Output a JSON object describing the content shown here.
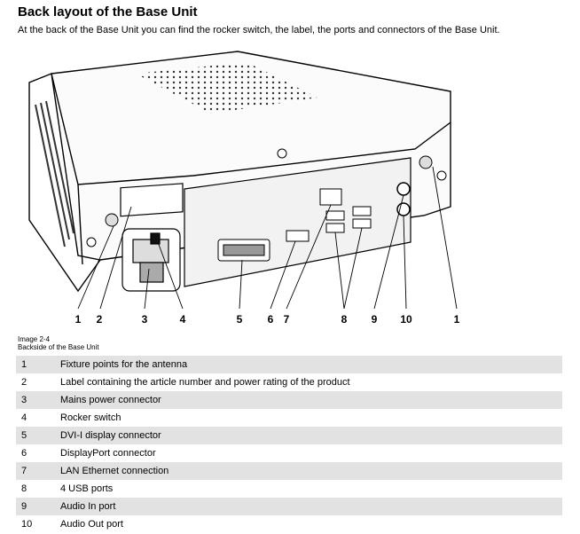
{
  "page": {
    "title": "Back layout of the Base Unit",
    "intro": "At the back of the Base Unit you can find the rocker switch, the label, the ports and connectors of the Base Unit."
  },
  "figure": {
    "image_number": "Image 2-4",
    "caption": "Backside of the Base Unit",
    "callouts": [
      "1",
      "2",
      "3",
      "4",
      "5",
      "6",
      "7",
      "8",
      "9",
      "10",
      "1"
    ]
  },
  "legend": [
    {
      "num": "1",
      "text": "Fixture points for the antenna"
    },
    {
      "num": "2",
      "text": "Label containing the article number and power rating of the product"
    },
    {
      "num": "3",
      "text": "Mains power connector"
    },
    {
      "num": "4",
      "text": "Rocker switch"
    },
    {
      "num": "5",
      "text": "DVI-I display connector"
    },
    {
      "num": "6",
      "text": "DisplayPort connector"
    },
    {
      "num": "7",
      "text": "LAN Ethernet connection"
    },
    {
      "num": "8",
      "text": "4 USB ports"
    },
    {
      "num": "9",
      "text": "Audio In port"
    },
    {
      "num": "10",
      "text": "Audio Out port"
    }
  ],
  "colors": {
    "row_shade": "#e2e2e2",
    "line": "#000000"
  }
}
